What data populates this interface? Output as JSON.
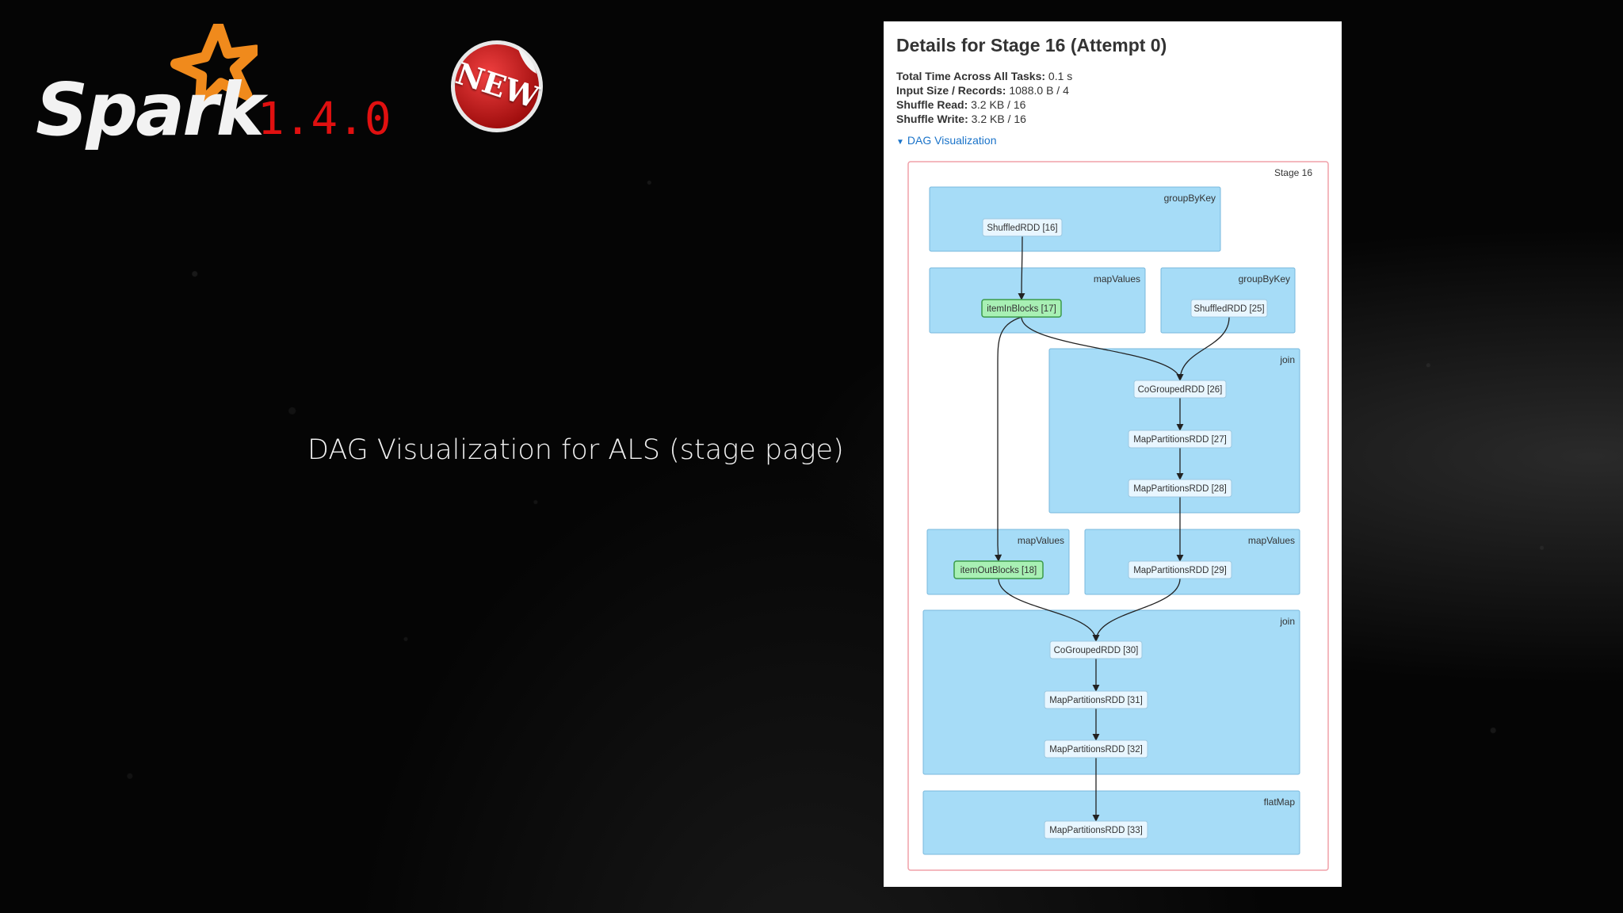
{
  "branding": {
    "product": "Spark",
    "version": "1.4.0",
    "badge": "NEW",
    "star_color": "#f08a1c",
    "version_color": "#e01010",
    "badge_color": "#d01818"
  },
  "caption": "DAG Visualization for ALS (stage page)",
  "stage_page": {
    "title": "Details for Stage 16 (Attempt 0)",
    "metrics": [
      {
        "label": "Total Time Across All Tasks:",
        "value": "0.1 s"
      },
      {
        "label": "Input Size / Records:",
        "value": "1088.0 B / 4"
      },
      {
        "label": "Shuffle Read:",
        "value": "3.2 KB / 16"
      },
      {
        "label": "Shuffle Write:",
        "value": "3.2 KB / 16"
      }
    ],
    "dag_toggle": "DAG Visualization",
    "stage_label": "Stage 16",
    "clusters": [
      {
        "id": "c1",
        "label": "groupByKey"
      },
      {
        "id": "c2",
        "label": "mapValues"
      },
      {
        "id": "c3",
        "label": "groupByKey"
      },
      {
        "id": "c4",
        "label": "join"
      },
      {
        "id": "c5",
        "label": "mapValues"
      },
      {
        "id": "c6",
        "label": "mapValues"
      },
      {
        "id": "c7",
        "label": "join"
      },
      {
        "id": "c8",
        "label": "flatMap"
      }
    ],
    "nodes": [
      {
        "id": "n16",
        "label": "ShuffledRDD [16]",
        "cached": false
      },
      {
        "id": "n17",
        "label": "itemInBlocks [17]",
        "cached": true
      },
      {
        "id": "n25",
        "label": "ShuffledRDD [25]",
        "cached": false
      },
      {
        "id": "n26",
        "label": "CoGroupedRDD [26]",
        "cached": false
      },
      {
        "id": "n27",
        "label": "MapPartitionsRDD [27]",
        "cached": false
      },
      {
        "id": "n28",
        "label": "MapPartitionsRDD [28]",
        "cached": false
      },
      {
        "id": "n18",
        "label": "itemOutBlocks [18]",
        "cached": true
      },
      {
        "id": "n29",
        "label": "MapPartitionsRDD [29]",
        "cached": false
      },
      {
        "id": "n30",
        "label": "CoGroupedRDD [30]",
        "cached": false
      },
      {
        "id": "n31",
        "label": "MapPartitionsRDD [31]",
        "cached": false
      },
      {
        "id": "n32",
        "label": "MapPartitionsRDD [32]",
        "cached": false
      },
      {
        "id": "n33",
        "label": "MapPartitionsRDD [33]",
        "cached": false
      }
    ],
    "edges": [
      [
        "n16",
        "n17"
      ],
      [
        "n17",
        "n26"
      ],
      [
        "n25",
        "n26"
      ],
      [
        "n26",
        "n27"
      ],
      [
        "n27",
        "n28"
      ],
      [
        "n17",
        "n18"
      ],
      [
        "n28",
        "n29"
      ],
      [
        "n18",
        "n30"
      ],
      [
        "n29",
        "n30"
      ],
      [
        "n30",
        "n31"
      ],
      [
        "n31",
        "n32"
      ],
      [
        "n32",
        "n33"
      ]
    ],
    "colors": {
      "cluster_fill": "#a6dcf7",
      "cluster_stroke": "#78b8dc",
      "node_fill": "#e8f6ff",
      "cached_fill": "#a8f0b4",
      "cached_stroke": "#3a9a4a",
      "stage_stroke": "#f0a0a8"
    }
  }
}
